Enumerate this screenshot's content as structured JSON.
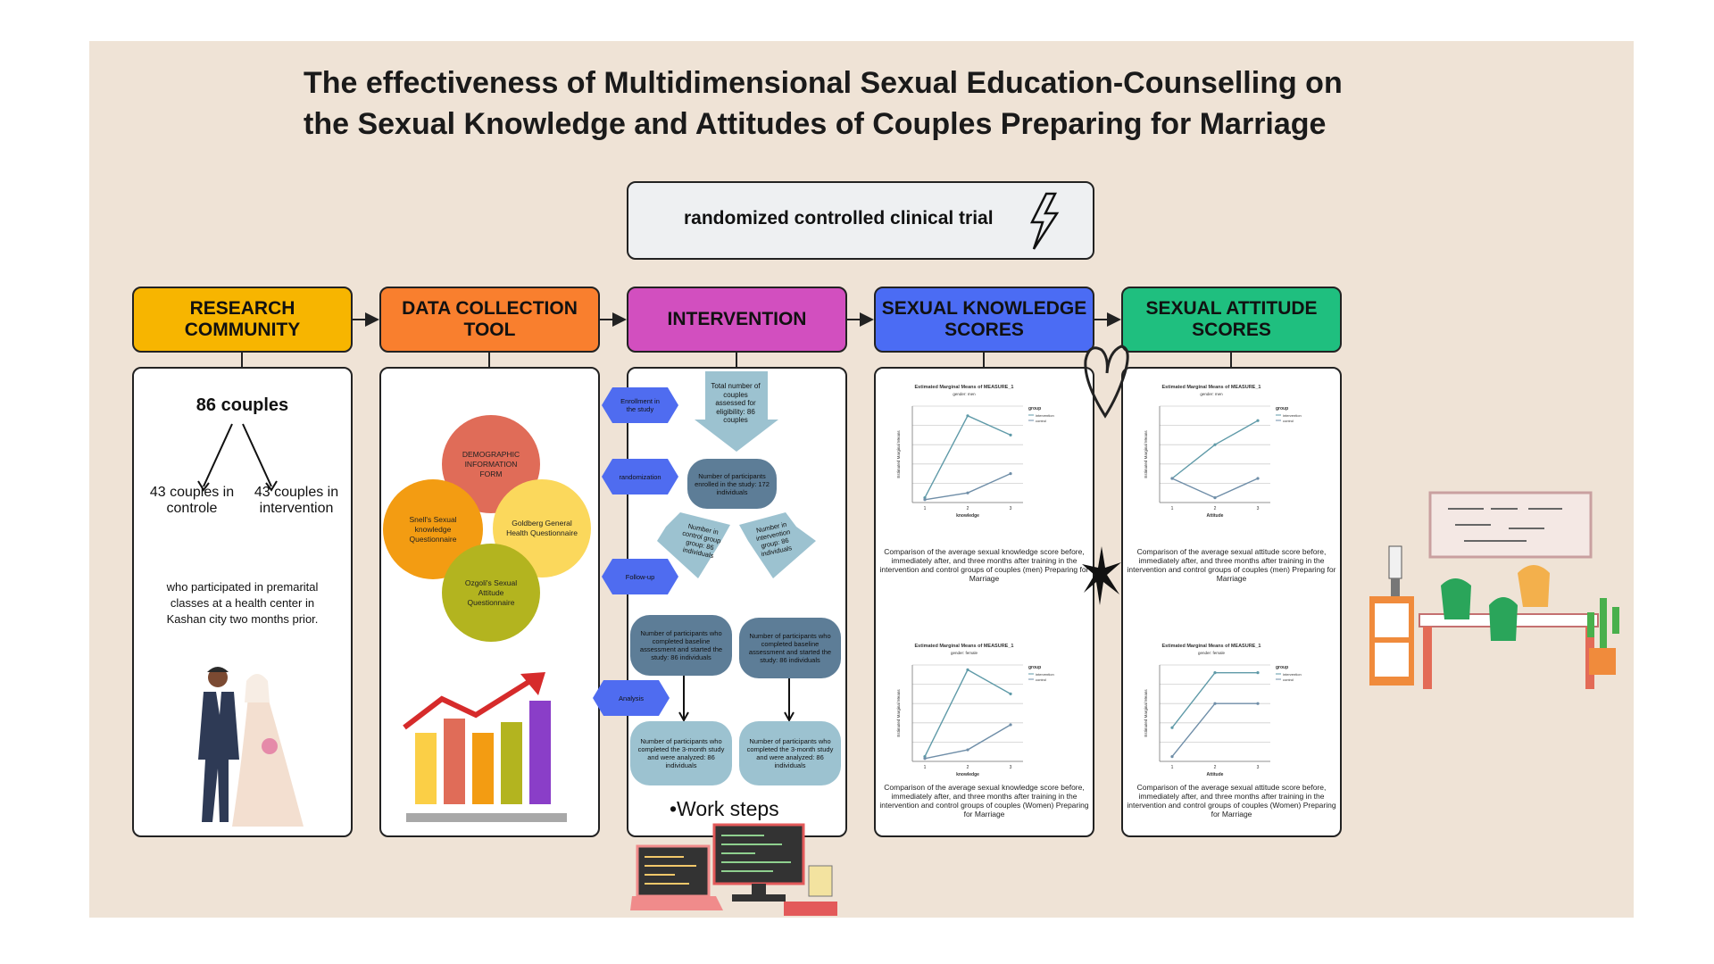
{
  "title": {
    "line1": "The effectiveness of Multidimensional Sexual Education-Counselling  on",
    "line2": "the Sexual Knowledge and Attitudes of Couples Preparing for Marriage"
  },
  "trial_label": "randomized controlled clinical trial",
  "headers": {
    "research": "RESEARCH COMMUNITY",
    "tool": "DATA COLLECTION TOOL",
    "intervention": "INTERVENTION",
    "knowledge": "SEXUAL KNOWLEDGE SCORES",
    "attitude": "SEXUAL ATTITUDE SCORES"
  },
  "colors": {
    "poster_bg": "#efe3d6",
    "research": "#f7b500",
    "tool": "#f97f2e",
    "intervention": "#d24fbf",
    "knowledge": "#4b6cf4",
    "attitude": "#1fbf7f",
    "flow_box": "#5d7d97",
    "flow_light": "#9cc2d0"
  },
  "research": {
    "total": "86 couples",
    "control": "43 couples in controle",
    "intervention": "43 couples in intervention",
    "description": "who participated in premarital classes at a health center in Kashan city two months prior."
  },
  "tools": {
    "demographic": "DEMOGRAPHIC INFORMATION FORM",
    "snell": "Snell's Sexual knowledge Questionnaire",
    "goldberg": "Goldberg General Health Questionnaire",
    "ozgoli": "Ozgoli's Sexual Attitude Questionnaire"
  },
  "intervention": {
    "stages": [
      "Enrollment in the study",
      "randomization",
      "Follow-up",
      "Analysis"
    ],
    "assessed": "Total number of couples assessed for eligibility: 86 couples",
    "enrolled": "Number of participants enrolled in the study: 172 individuals",
    "control_group": "Number in control group group: 86 individuals",
    "intervention_group": "Number in intervention group: 86 individuals",
    "baseline_left": "Number of participants who completed baseline assessment and started the study: 86 individuals",
    "baseline_right": "Number of participants who completed baseline assessment and started the study: 86 individuals",
    "analyzed_left": "Number of participants who completed the 3-month study and were analyzed: 86 individuals",
    "analyzed_right": "Number of participants who completed the 3-month study and were analyzed: 86 individuals",
    "footer": "•Work steps"
  },
  "charts_text": {
    "title": "Estimated Marginal Means of MEASURE_1",
    "gender_men": "gender: men",
    "gender_female": "gender: female",
    "legend_title": "group",
    "legend_items": [
      "intervention",
      "control"
    ],
    "ylabel": "Estimated Marginal Means",
    "xlabel_knowledge": "knowledge",
    "xlabel_attitude": "Attitude",
    "ticks": [
      "1",
      "2",
      "3"
    ]
  },
  "captions": {
    "knowledge_men": "Comparison of the average sexual knowledge score before, immediately after, and three months  after training in the intervention and control groups of couples (men) Preparing for Marriage",
    "attitude_men": "Comparison of the average sexual attitude score before, immediately after, and three months  after training in the intervention and control groups of couples (men) Preparing for Marriage",
    "knowledge_women": "Comparison of the average sexual knowledge score before, immediately after, and three months  after training in the intervention and control groups of couples (Women) Preparing for Marriage",
    "attitude_women": "Comparison of the average sexual attitude score before, immediately after, and three months  after training in the intervention and control groups of couples (Women) Preparing for Marriage"
  },
  "chart_data": [
    {
      "type": "line",
      "subtitle": "gender: men",
      "xlabel": "knowledge",
      "ylabel": "Estimated Marginal Means",
      "x": [
        1,
        2,
        3
      ],
      "series": [
        {
          "name": "intervention",
          "values": [
            0.05,
            0.9,
            0.7
          ]
        },
        {
          "name": "control",
          "values": [
            0.03,
            0.1,
            0.3
          ]
        }
      ],
      "ylim": [
        0,
        1
      ]
    },
    {
      "type": "line",
      "subtitle": "gender: men",
      "xlabel": "Attitude",
      "ylabel": "Estimated Marginal Means",
      "x": [
        1,
        2,
        3
      ],
      "series": [
        {
          "name": "intervention",
          "values": [
            0.25,
            0.6,
            0.85
          ]
        },
        {
          "name": "control",
          "values": [
            0.25,
            0.05,
            0.25
          ]
        }
      ],
      "ylim": [
        0,
        1
      ]
    },
    {
      "type": "line",
      "subtitle": "gender: female",
      "xlabel": "knowledge",
      "ylabel": "Estimated Marginal Means",
      "x": [
        1,
        2,
        3
      ],
      "series": [
        {
          "name": "intervention",
          "values": [
            0.05,
            0.95,
            0.7
          ]
        },
        {
          "name": "control",
          "values": [
            0.03,
            0.12,
            0.38
          ]
        }
      ],
      "ylim": [
        0,
        1
      ]
    },
    {
      "type": "line",
      "subtitle": "gender: female",
      "xlabel": "Attitude",
      "ylabel": "Estimated Marginal Means",
      "x": [
        1,
        2,
        3
      ],
      "series": [
        {
          "name": "intervention",
          "values": [
            0.35,
            0.92,
            0.92
          ]
        },
        {
          "name": "control",
          "values": [
            0.05,
            0.6,
            0.6
          ]
        }
      ],
      "ylim": [
        0,
        1
      ]
    }
  ]
}
